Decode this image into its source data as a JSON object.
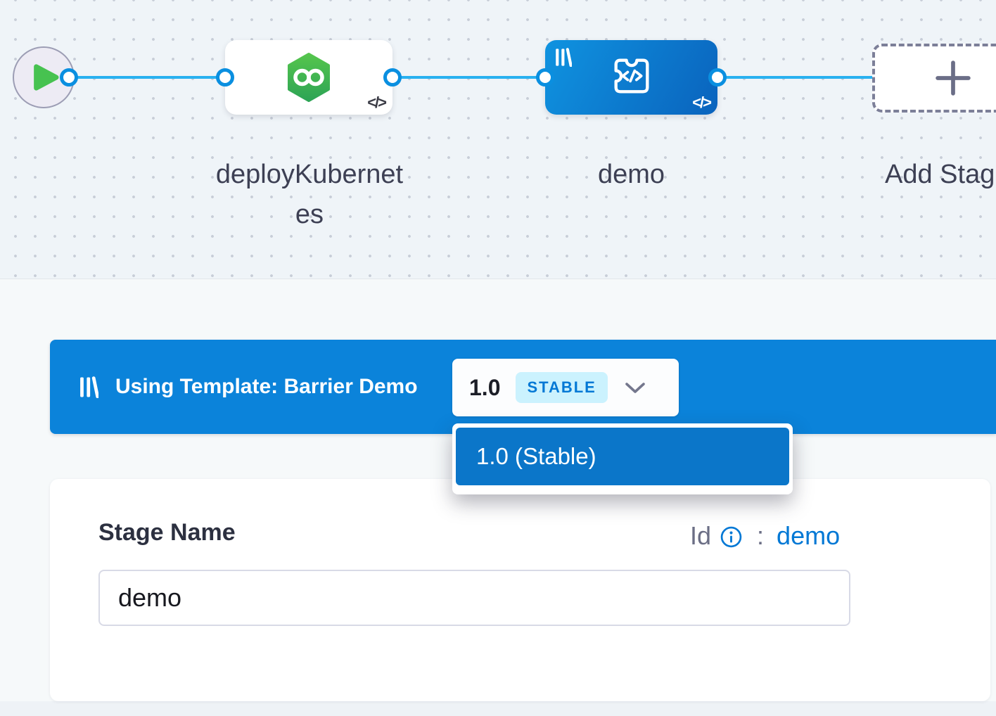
{
  "colors": {
    "primary_blue": "#0278D5",
    "banner_blue": "#0B83DA",
    "node_gradient_start": "#0F93E0",
    "node_gradient_end": "#0A63BD",
    "edge_blue": "#29B1F0",
    "port_ring_blue": "#0A8FE0",
    "cd_green": "#42BA57",
    "stable_badge_bg": "#CBF2FE",
    "canvas_bg": "#EFF4F8"
  },
  "pipeline_canvas": {
    "stages": [
      {
        "label": "deployKubernetes",
        "type": "deployment"
      },
      {
        "label": "demo",
        "type": "custom-template"
      }
    ],
    "add_stage_label": "Add Stage",
    "code_badge": "</>"
  },
  "template_banner": {
    "message": "Using Template: Barrier Demo",
    "version": "1.0",
    "version_badge": "STABLE"
  },
  "version_menu": {
    "options": [
      "1.0 (Stable)"
    ]
  },
  "stage_form": {
    "name_label": "Stage Name",
    "name_value": "demo",
    "id_label": "Id",
    "id_separator": ":",
    "id_value": "demo"
  }
}
